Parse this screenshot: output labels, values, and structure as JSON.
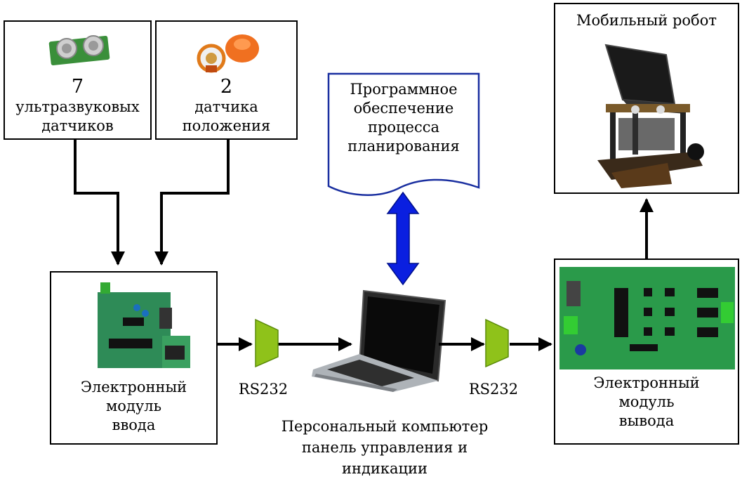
{
  "sensors_us": {
    "count": "7",
    "line1": "ультразвуковых",
    "line2": "датчиков"
  },
  "sensors_pos": {
    "count": "2",
    "line1": "датчика",
    "line2": "положения"
  },
  "software": {
    "line1": "Программное",
    "line2": "обеспечение",
    "line3": "процесса",
    "line4": "планирования"
  },
  "robot": {
    "title": "Мобильный робот"
  },
  "input_module": {
    "line1": "Электронный",
    "line2": "модуль",
    "line3": "ввода"
  },
  "output_module": {
    "line1": "Электронный",
    "line2": "модуль",
    "line3": "вывода"
  },
  "rs232_left": "RS232",
  "rs232_right": "RS232",
  "pc": {
    "line1": "Персональный компьютер",
    "line2": "панель управления и",
    "line3": "индикации"
  },
  "colors": {
    "arrow_double": "#0a1fe0",
    "converter": "#8fc21a",
    "board": "#2e8b57"
  }
}
